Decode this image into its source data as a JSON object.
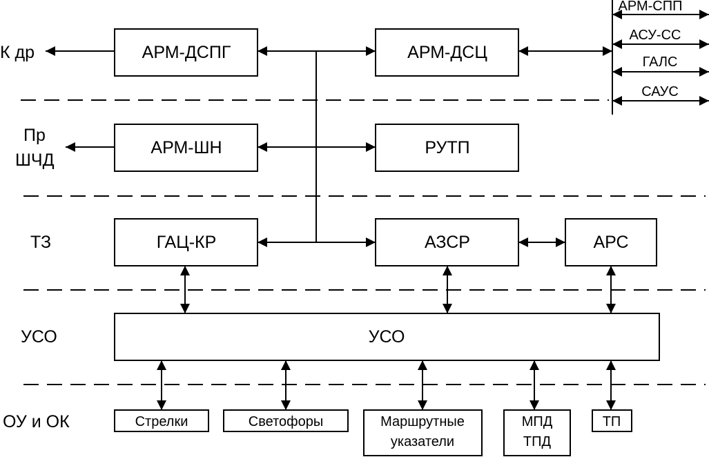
{
  "boxes": {
    "arm_dspg": "АРМ-ДСПГ",
    "arm_dsc": "АРМ-ДСЦ",
    "arm_shn": "АРМ-ШН",
    "rutp": "РУТП",
    "gac_kr": "ГАЦ-КР",
    "azsr": "АЗСР",
    "ars": "АРС",
    "uso": "УСО",
    "strelki": "Стрелки",
    "svetofory": "Светофоры",
    "marshrutnye_line1": "Маршрутные",
    "marshrutnye_line2": "указатели",
    "mpd_line1": "МПД",
    "mpd_line2": "ТПД",
    "tp": "ТП"
  },
  "external": {
    "k_dr": "К др",
    "pr_shchd_line1": "Пр",
    "pr_shchd_line2": "ШЧД",
    "arm_spp": "АРМ-СПП",
    "asu_ss": "АСУ-СС",
    "gals": "ГАЛС",
    "saus": "САУС"
  },
  "levels": {
    "tz": "ТЗ",
    "uso": "УСО",
    "ou_ok": "ОУ и ОК"
  }
}
